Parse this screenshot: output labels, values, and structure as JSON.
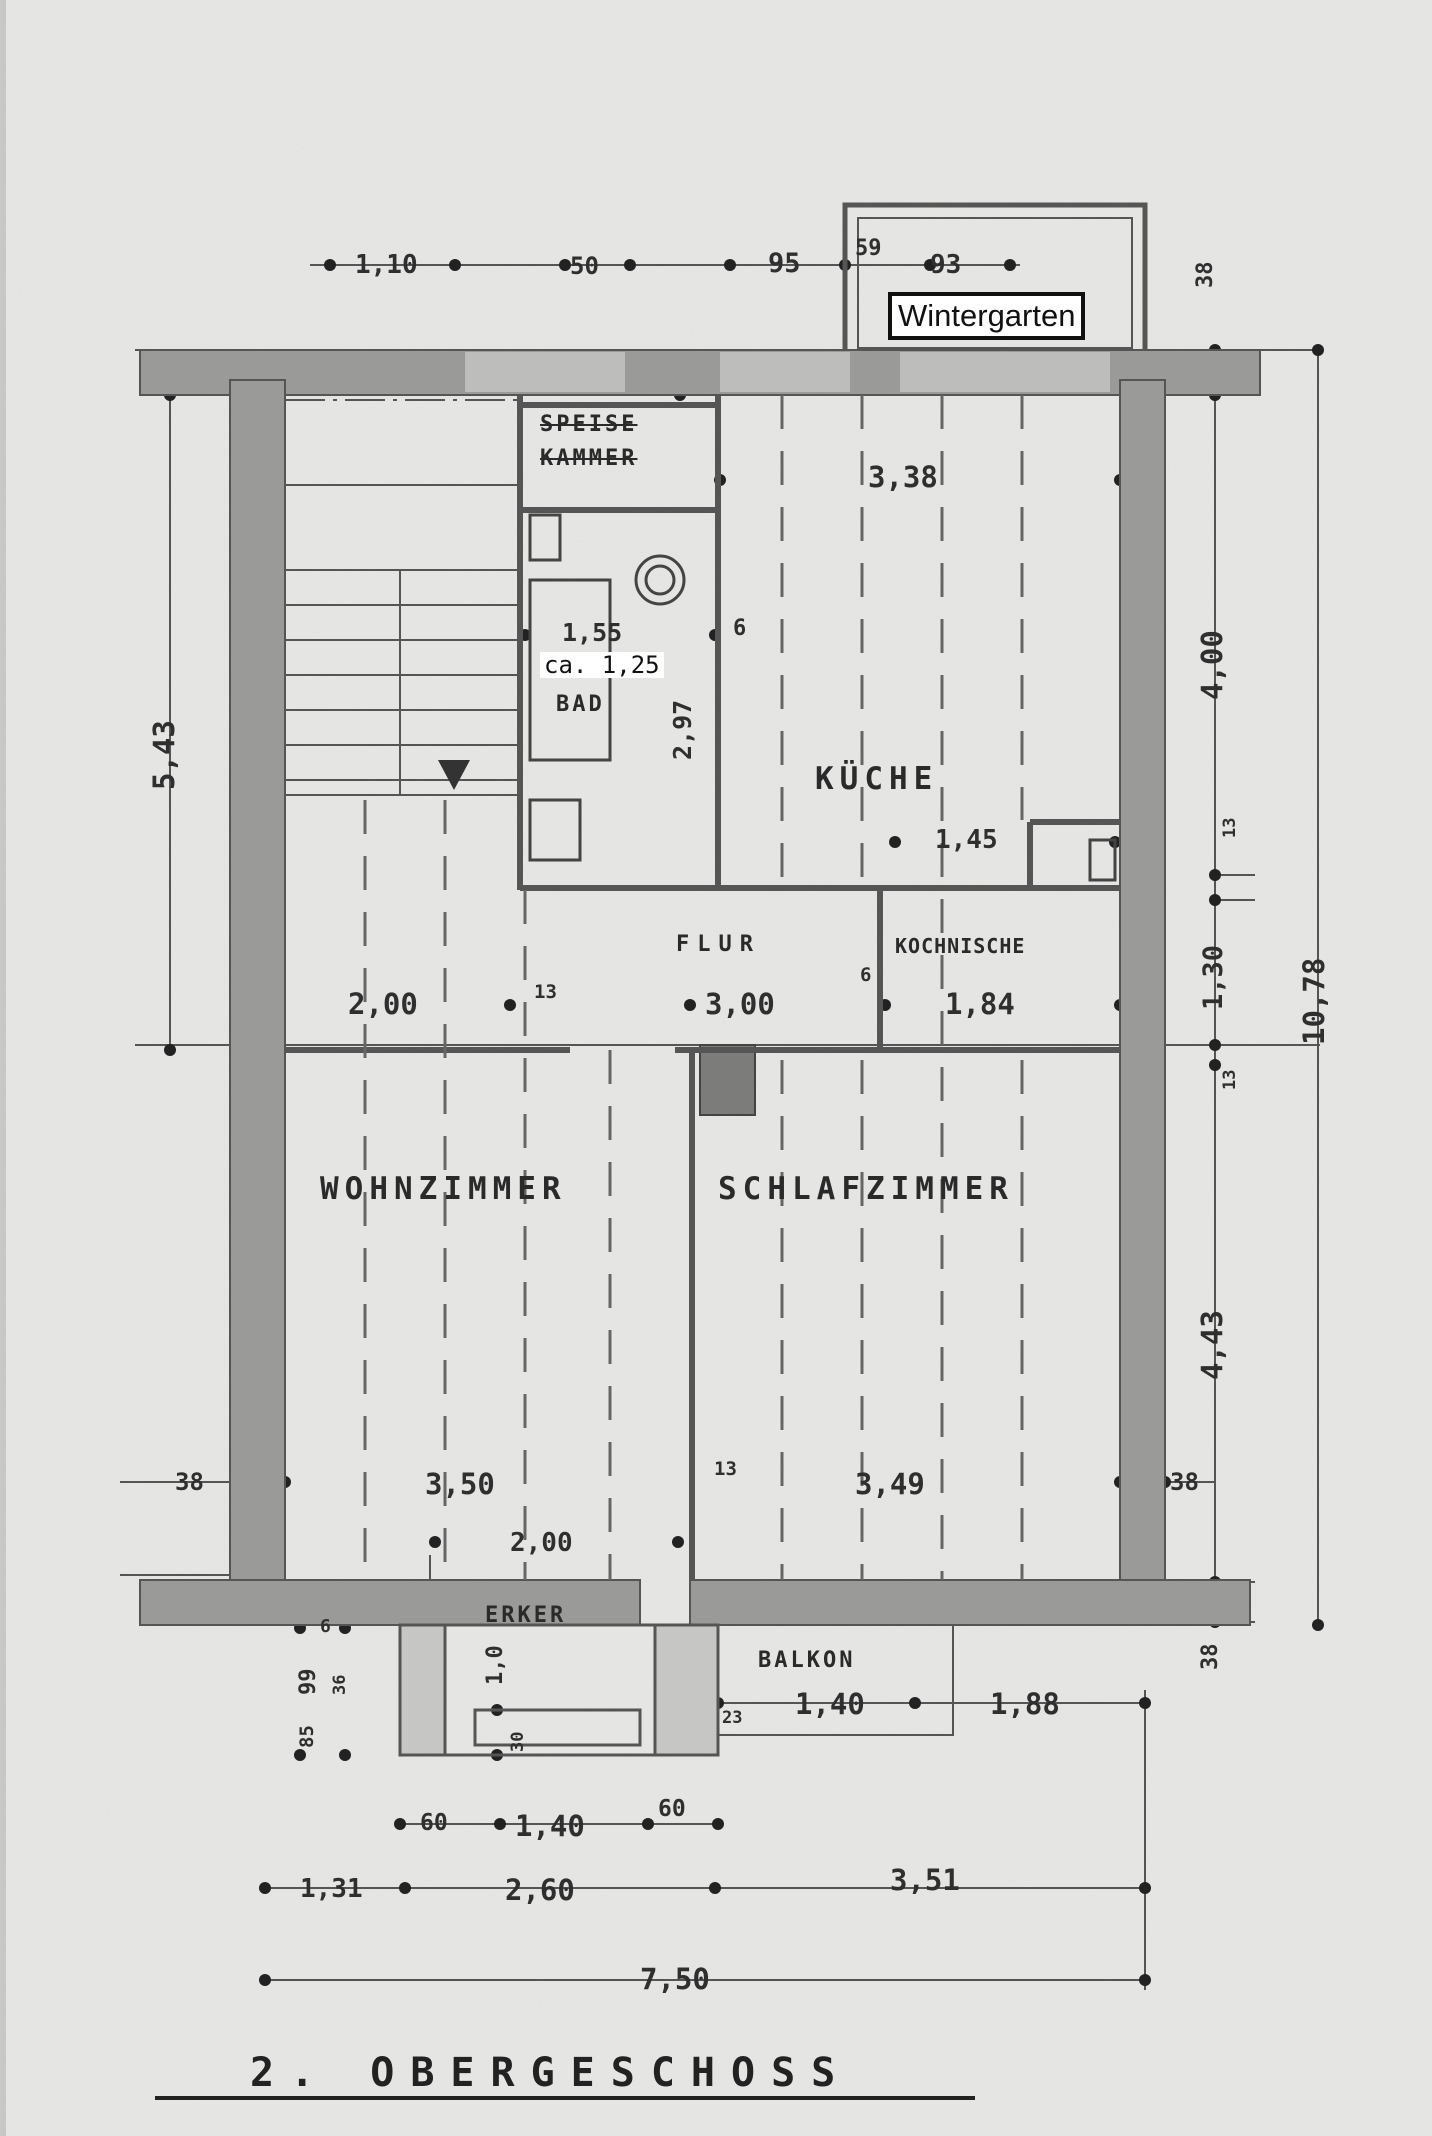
{
  "plan": {
    "title": "2. OBERGESCHOSS",
    "rooms": {
      "wintergarten": "Wintergarten",
      "speisekammer_1": "SPEISE",
      "speisekammer_2": "KAMMER",
      "bad": "BAD",
      "kueche": "KÜCHE",
      "flur": "FLUR",
      "kochnische": "KOCHNISCHE",
      "wohnzimmer": "WOHNZIMMER",
      "schlafzimmer": "SCHLAFZIMMER",
      "erker": "ERKER",
      "balkon": "BALKON"
    },
    "notes": {
      "bad_width": "ca. 1,25"
    },
    "dimensions": {
      "top_1": "1,10",
      "top_2": "50",
      "top_3": "95",
      "top_4": "59",
      "top_5": "93",
      "wall_top_right": "38",
      "kueche_width": "3,38",
      "kueche_height": "4,00",
      "bad_155": "1,55",
      "bad_297": "2,97",
      "bad_6": "6",
      "left_height": "5,43",
      "nische_145": "1,45",
      "flur_200": "2,00",
      "flur_13": "13",
      "flur_300": "3,00",
      "flur_6": "6",
      "kochnische_184": "1,84",
      "kochnische_130": "1,30",
      "wall_13a": "13",
      "wall_13b": "13",
      "total_height": "10,78",
      "lower_height": "4,43",
      "wall_left": "38",
      "wohn_350": "3,50",
      "wall_13c": "13",
      "schlaf_349": "3,49",
      "wall_right": "38",
      "erker_200": "2,00",
      "wall_bottom_right": "38",
      "erker_depth": "1,0",
      "erker_99": "99",
      "erker_85": "85",
      "erker_6": "6",
      "erker_36": "36",
      "erker_30": "30",
      "balkon_23": "23",
      "balkon_140": "1,40",
      "balkon_188": "1,88",
      "bottom_60a": "60",
      "bottom_140": "1,40",
      "bottom_60b": "60",
      "bottom_131": "1,31",
      "bottom_260": "2,60",
      "bottom_351": "3,51",
      "total_width": "7,50"
    }
  }
}
